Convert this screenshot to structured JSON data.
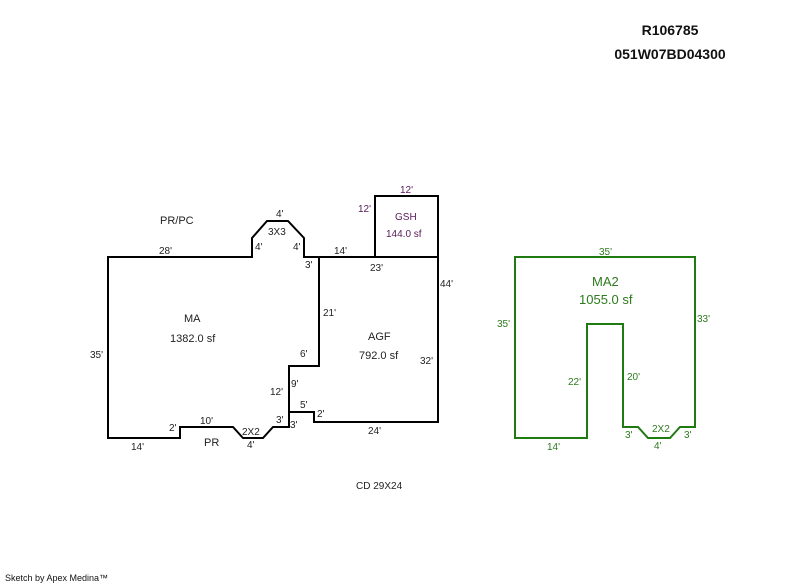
{
  "header": {
    "parcel_id": "R106785",
    "account": "051W07BD04300"
  },
  "areas": {
    "ma": {
      "name": "MA",
      "area": "1382.0 sf"
    },
    "agf": {
      "name": "AGF",
      "area": "792.0 sf"
    },
    "gsh": {
      "name": "GSH",
      "area": "144.0 sf"
    },
    "ma2": {
      "name": "MA2",
      "area": "1055.0 sf"
    }
  },
  "labels": {
    "pr_pc": "PR/PC",
    "bay_3x3": "3X3",
    "pr": "PR",
    "bay_2x2": "2X2",
    "ma2_bay": "2X2",
    "cd": "CD 29X24"
  },
  "dims": {
    "ma_top": "28'",
    "bay_left": "4'",
    "bay_top": "4'",
    "bay_right": "4'",
    "step_3": "3'",
    "ma_left": "35'",
    "ma_bottom": "14'",
    "step_2": "2'",
    "pr_top": "10'",
    "bay2_bottom": "4'",
    "bay2_right": "3'",
    "ma_right_12": "12'",
    "ma_right_6": "6'",
    "agf_14": "14'",
    "agf_23": "23'",
    "agf_44": "44'",
    "agf_21": "21'",
    "agf_32": "32'",
    "agf_9": "9'",
    "agf_5": "5'",
    "agf_2": "2'",
    "agf_3": "3'",
    "agf_24": "24'",
    "gsh_top": "12'",
    "gsh_left": "12'",
    "ma2_top": "35'",
    "ma2_left": "35'",
    "ma2_right": "33'",
    "ma2_22": "22'",
    "ma2_20": "20'",
    "ma2_bottom": "14'",
    "ma2_3a": "3'",
    "ma2_4": "4'",
    "ma2_3b": "3'"
  },
  "footer": "Sketch by Apex Medina™"
}
